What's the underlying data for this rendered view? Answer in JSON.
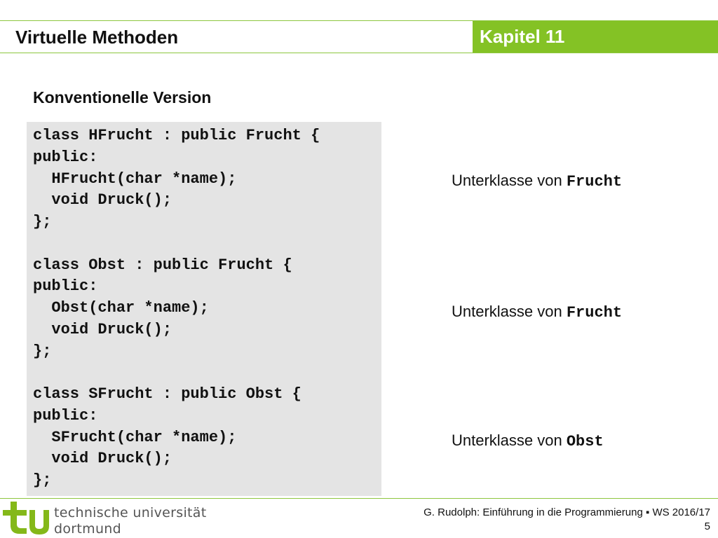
{
  "header": {
    "title": "Virtuelle Methoden",
    "chapter": "Kapitel 11"
  },
  "section": {
    "heading": "Konventionelle Version"
  },
  "code": {
    "lines": [
      "class HFrucht : public Frucht {",
      "public:",
      "  HFrucht(char *name);",
      "  void Druck();",
      "};",
      "",
      "class Obst : public Frucht {",
      "public:",
      "  Obst(char *name);",
      "  void Druck();",
      "};",
      "",
      "class SFrucht : public Obst {",
      "public:",
      "  SFrucht(char *name);",
      "  void Druck();",
      "};"
    ]
  },
  "annotations": [
    {
      "text": "Unterklasse von ",
      "code": "Frucht"
    },
    {
      "text": "Unterklasse von ",
      "code": "Frucht"
    },
    {
      "text": "Unterklasse von ",
      "code": "Obst"
    }
  ],
  "footer": {
    "logo_line1": "technische universität",
    "logo_line2": "dortmund",
    "credit": "G. Rudolph: Einführung in die Programmierung ▪ WS 2016/17",
    "page_number": "5"
  },
  "colors": {
    "accent_green": "#84c225",
    "code_background": "#e4e4e4",
    "logo_green": "#84b819"
  },
  "icons": {
    "logo": "tu-dortmund-logo"
  }
}
